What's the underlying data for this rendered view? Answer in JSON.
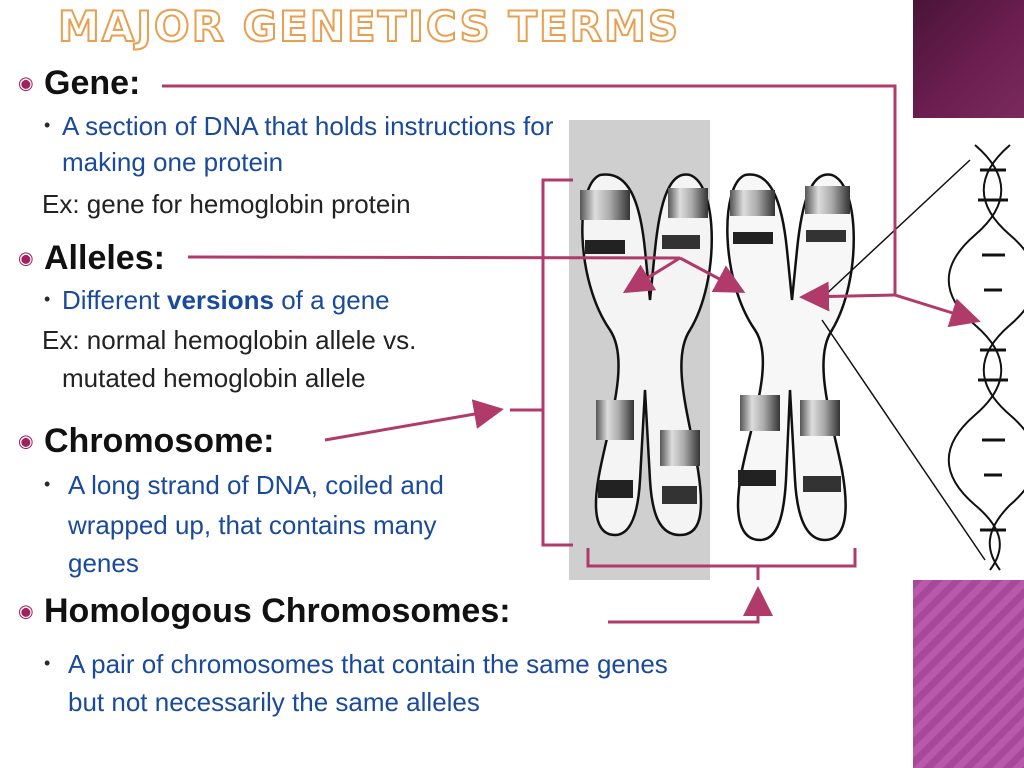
{
  "slide": {
    "title": "MAJOR GENETICS TERMS",
    "colors": {
      "title_accent": "#e8a050",
      "connector": "#b03a6a",
      "text_blue": "#1a4a9c",
      "stripe_dark": "#5a1a45",
      "stripe_light": "#b05aa5"
    },
    "bullet_icon": "circled-dot-icon",
    "terms": [
      {
        "heading": "Gene:",
        "sub_bullet": "A section of DNA that holds instructions for",
        "sub_bullet_2": "making one protein",
        "example": "Ex:  gene for hemoglobin protein"
      },
      {
        "heading": "Alleles:",
        "sub_bullet_a": "Different ",
        "sub_bullet_bold": "versions",
        "sub_bullet_b": " of a gene",
        "example": "Ex: normal hemoglobin allele vs.",
        "example_2": "mutated hemoglobin allele"
      },
      {
        "heading": "Chromosome:",
        "sub_bullet": "A long strand of DNA, coiled and",
        "sub_bullet_2": "wrapped up, that contains many",
        "sub_bullet_3": "genes"
      },
      {
        "heading": "Homologous Chromosomes:",
        "sub_bullet": " A pair of chromosomes that contain the same genes",
        "sub_bullet_2": "but not necessarily the same alleles"
      }
    ]
  }
}
